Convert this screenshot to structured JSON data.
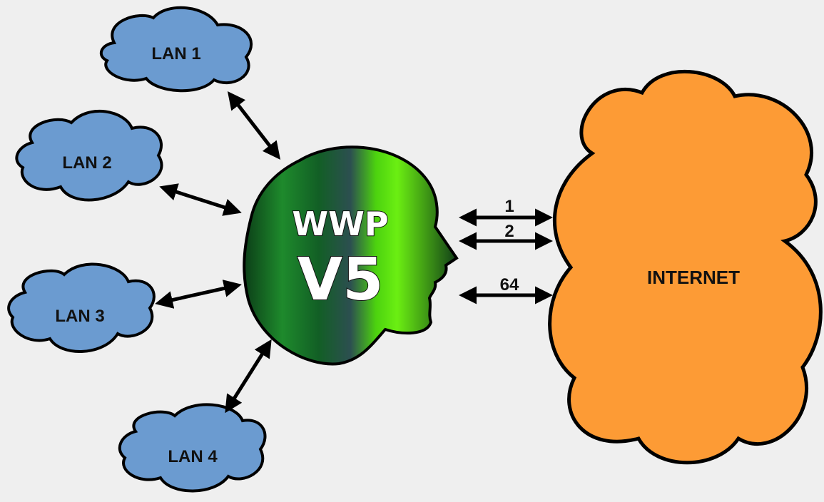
{
  "colors": {
    "background": "#efefef",
    "lan_fill": "#6b9bd0",
    "internet_fill": "#fd9b35",
    "outline": "#000000",
    "head_gradient": [
      "#0c3f18",
      "#1e8a2c",
      "#0f5a26",
      "#2c4f50",
      "#4cd20f",
      "#6bef12",
      "#1b6b22"
    ]
  },
  "lans": [
    {
      "label": "LAN 1"
    },
    {
      "label": "LAN 2"
    },
    {
      "label": "LAN 3"
    },
    {
      "label": "LAN 4"
    }
  ],
  "internet": {
    "label": "INTERNET"
  },
  "device": {
    "line1": "WWP",
    "line2": "V5"
  },
  "channels": [
    {
      "label": "1"
    },
    {
      "label": "2"
    },
    {
      "label": "64"
    }
  ]
}
